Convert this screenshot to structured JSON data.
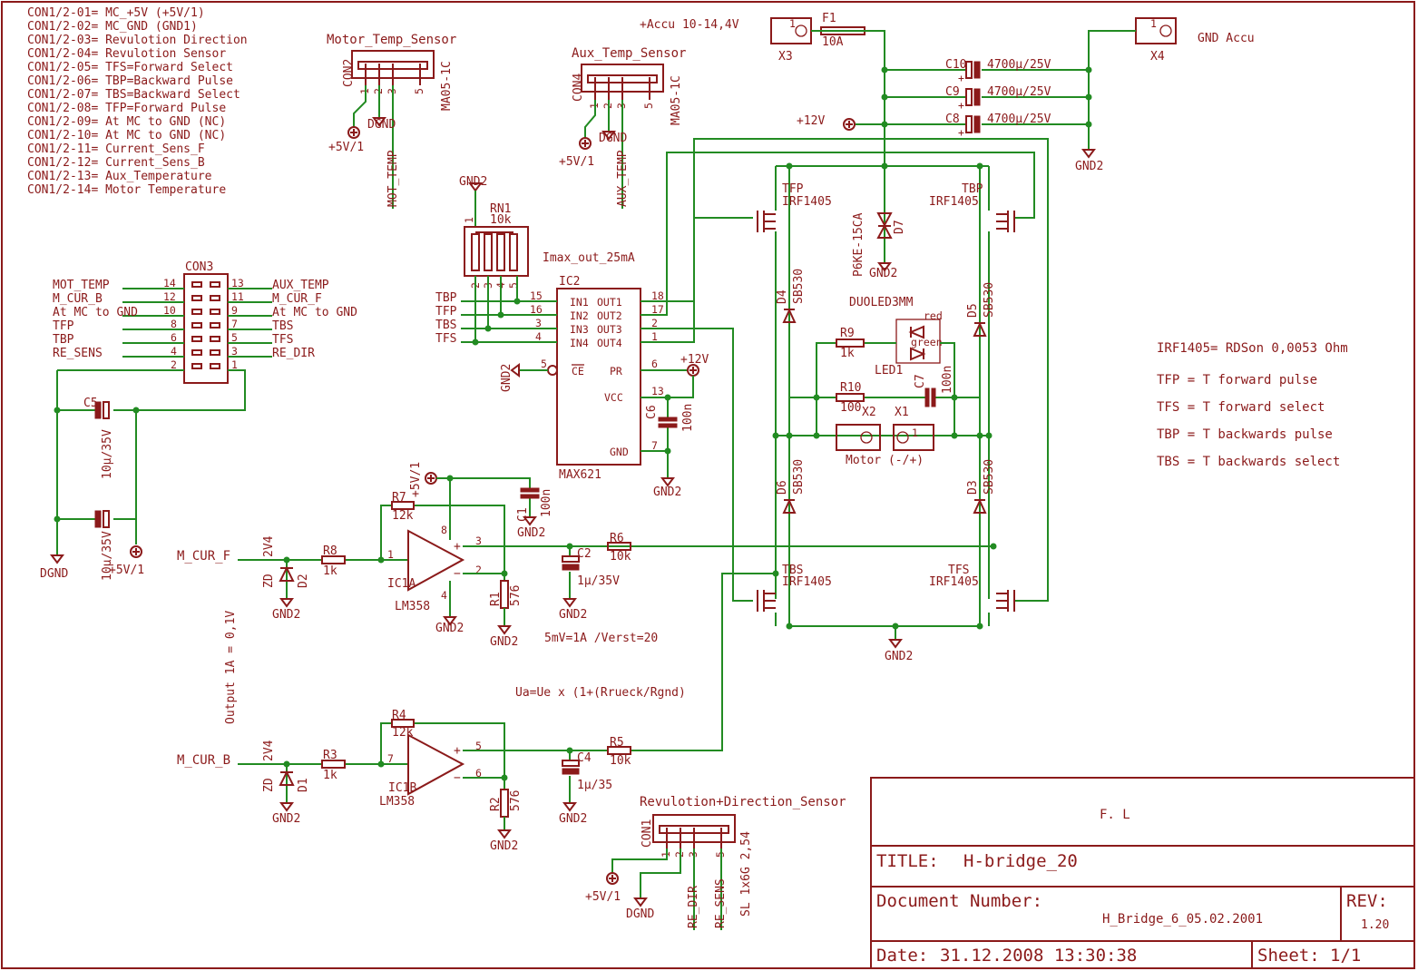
{
  "con_list": [
    "CON1/2-01= MC_+5V (+5V/1)",
    "CON1/2-02= MC_GND (GND1)",
    "CON1/2-03= Revulotion Direction",
    "CON1/2-04= Revulotion Sensor",
    "CON1/2-05= TFS=Forward Select",
    "CON1/2-06= TBP=Backward Pulse",
    "CON1/2-07= TBS=Backward Select",
    "CON1/2-08= TFP=Forward Pulse",
    "CON1/2-09= At MC to GND (NC)",
    "CON1/2-10= At MC to GND (NC)",
    "CON1/2-11= Current_Sens_F",
    "CON1/2-12= Current_Sens_B",
    "CON1/2-13= Aux_Temperature",
    "CON1/2-14= Motor Temperature"
  ],
  "con2": {
    "title": "Motor_Temp_Sensor",
    "name": "CON2",
    "type": "MA05-1C",
    "pins": [
      "1",
      "2",
      "3",
      "5"
    ],
    "p5v": "+5V/1",
    "dgnd": "DGND",
    "sig": "MOT_TEMP"
  },
  "con4": {
    "title": "Aux_Temp_Sensor",
    "name": "CON4",
    "type": "MA05-1C",
    "pins": [
      "1",
      "2",
      "3",
      "5"
    ],
    "p5v": "+5V/1",
    "dgnd": "DGND",
    "sig": "AUX_TEMP"
  },
  "power": {
    "accu": "+Accu 10-14,4V",
    "x3": "X3",
    "x3pin": "1",
    "f1": "F1",
    "f1val": "10A",
    "x4": "X4",
    "x4pin": "1",
    "gndaccu": "GND Accu",
    "gnd2": "GND2",
    "p12": "+12V",
    "caps": [
      {
        "ref": "C10",
        "val": "4700µ/25V"
      },
      {
        "ref": "C9",
        "val": "4700µ/25V"
      },
      {
        "ref": "C8",
        "val": "4700µ/25V"
      }
    ],
    "plus": "+"
  },
  "rn1": {
    "gnd": "GND2",
    "ref": "RN1",
    "val": "10k",
    "pin1": "1",
    "pins": [
      "2",
      "3",
      "4",
      "5"
    ],
    "imax": "Imax_out_25mA"
  },
  "ic2": {
    "ref": "IC2",
    "part": "MAX621",
    "left_nets": [
      "TBP",
      "TFP",
      "TBS",
      "TFS"
    ],
    "left_pins": [
      "15",
      "16",
      "3",
      "4"
    ],
    "left_labels": [
      "IN1",
      "IN2",
      "IN3",
      "IN4"
    ],
    "right_labels": [
      "OUT1",
      "OUT2",
      "OUT3",
      "OUT4"
    ],
    "right_pins": [
      "18",
      "17",
      "2",
      "1"
    ],
    "ce": "CE",
    "ce_pin": "5",
    "pr": "PR",
    "pr_pin": "6",
    "vcc": "VCC",
    "vcc_pin": "13",
    "gnd": "GND",
    "gnd_pin": "7",
    "gnd2": "GND2",
    "p12": "+12V",
    "c6": "C6",
    "c6val": "100n",
    "gnd2b": "GND2"
  },
  "con3": {
    "ref": "CON3",
    "left_nets": [
      "MOT_TEMP",
      "M_CUR_B",
      "At MC to GND",
      "TFP",
      "TBP",
      "RE_SENS"
    ],
    "left_pins": [
      "14",
      "12",
      "10",
      "8",
      "6",
      "4",
      "2"
    ],
    "right_pins": [
      "13",
      "11",
      "9",
      "7",
      "5",
      "3",
      "1"
    ],
    "right_nets": [
      "AUX_TEMP",
      "M_CUR_F",
      "At MC to GND",
      "TBS",
      "TFS",
      "RE_DIR"
    ],
    "c5": "C5",
    "c5val": "10µ/35V",
    "c5b": "10µ/35V",
    "dgnd": "DGND",
    "p5v": "+5V/1"
  },
  "bridge": {
    "tfp": "TFP",
    "tfp_part": "IRF1405",
    "tbp": "TBP",
    "tbp_part": "IRF1405",
    "tbs": "TBS",
    "tbs_part": "IRF1405",
    "tfs": "TFS",
    "tfs_part": "IRF1405",
    "d4": "D4",
    "d5": "D5",
    "d6": "D6",
    "d3": "D3",
    "sb": "SB530",
    "d7": "D7",
    "d7part": "P6KE-15CA",
    "gnd2": "GND2",
    "led": "LED1",
    "ledpart": "DUOLED3MM",
    "red": "red",
    "green": "green",
    "r9": "R9",
    "r9val": "1k",
    "r10": "R10",
    "r10val": "100",
    "c7": "C7",
    "c7val": "100n",
    "x2": "X2",
    "x1": "X1",
    "x1pin": "1",
    "motor": "Motor (-/+)",
    "gnd2b": "GND2"
  },
  "notes": {
    "irf": "IRF1405=  RDSon 0,0053 Ohm",
    "tfp": "TFP = T forward pulse",
    "tfs": "TFS = T forward select",
    "tbp": "TBP = T backwards pulse",
    "tbs": "TBS = T backwards select"
  },
  "amp_a": {
    "in": "M_CUR_F",
    "v24": "2V4",
    "zd": "ZD",
    "d2": "D2",
    "gnd2": "GND2",
    "r8": "R8",
    "r8val": "1k",
    "r7": "R7",
    "r7val": "12k",
    "p5v": "+5V/1",
    "c1": "C1",
    "c1val": "100n",
    "c1gnd": "GND2",
    "ic": "IC1A",
    "part": "LM358",
    "p1": "1",
    "p2": "2",
    "p3": "3",
    "p4": "4",
    "p8": "8",
    "r1": "R1",
    "r1val": "576",
    "gnd2b": "GND2",
    "gnd2c": "GND2",
    "r6": "R6",
    "r6val": "10k",
    "c2": "C2",
    "c2val": "1µ/35V",
    "c2gnd": "GND2",
    "note": "5mV=1A /Verst=20",
    "plus": "+",
    "minus": "−"
  },
  "amp_b": {
    "in": "M_CUR_B",
    "v24": "2V4",
    "zd": "ZD",
    "d1": "D1",
    "gnd2": "GND2",
    "r3": "R3",
    "r3val": "1k",
    "r4": "R4",
    "r4val": "12k",
    "ic": "IC1B",
    "part": "LM358",
    "p5": "5",
    "p6": "6",
    "p7": "7",
    "r2": "R2",
    "r2val": "576",
    "gnd2b": "GND2",
    "r5": "R5",
    "r5val": "10k",
    "c4": "C4",
    "c4val": "1µ/35",
    "c4gnd": "GND2",
    "plus": "+",
    "minus": "−"
  },
  "formula": "Ua=Ue x (1+(Rrueck/Rgnd)",
  "output_note": "Output 1A = 0,1V",
  "con1": {
    "title": "Revulotion+Direction_Sensor",
    "ref": "CON1",
    "type": "SL 1x6G 2,54",
    "pins": [
      "1",
      "2",
      "3",
      "5"
    ],
    "p5v": "+5V/1",
    "dgnd": "DGND",
    "re_dir": "RE_DIR",
    "re_sens": "RE_SENS"
  },
  "title_block": {
    "header": "F. L",
    "title_label": "TITLE:",
    "title": "H-bridge_20",
    "doc_label": "Document Number:",
    "doc": "H_Bridge_6_05.02.2001",
    "rev_label": "REV:",
    "rev": "1.20",
    "date_label": "Date:",
    "date": "31.12.2008 13:30:38",
    "sheet_label": "Sheet:",
    "sheet": "1/1"
  }
}
